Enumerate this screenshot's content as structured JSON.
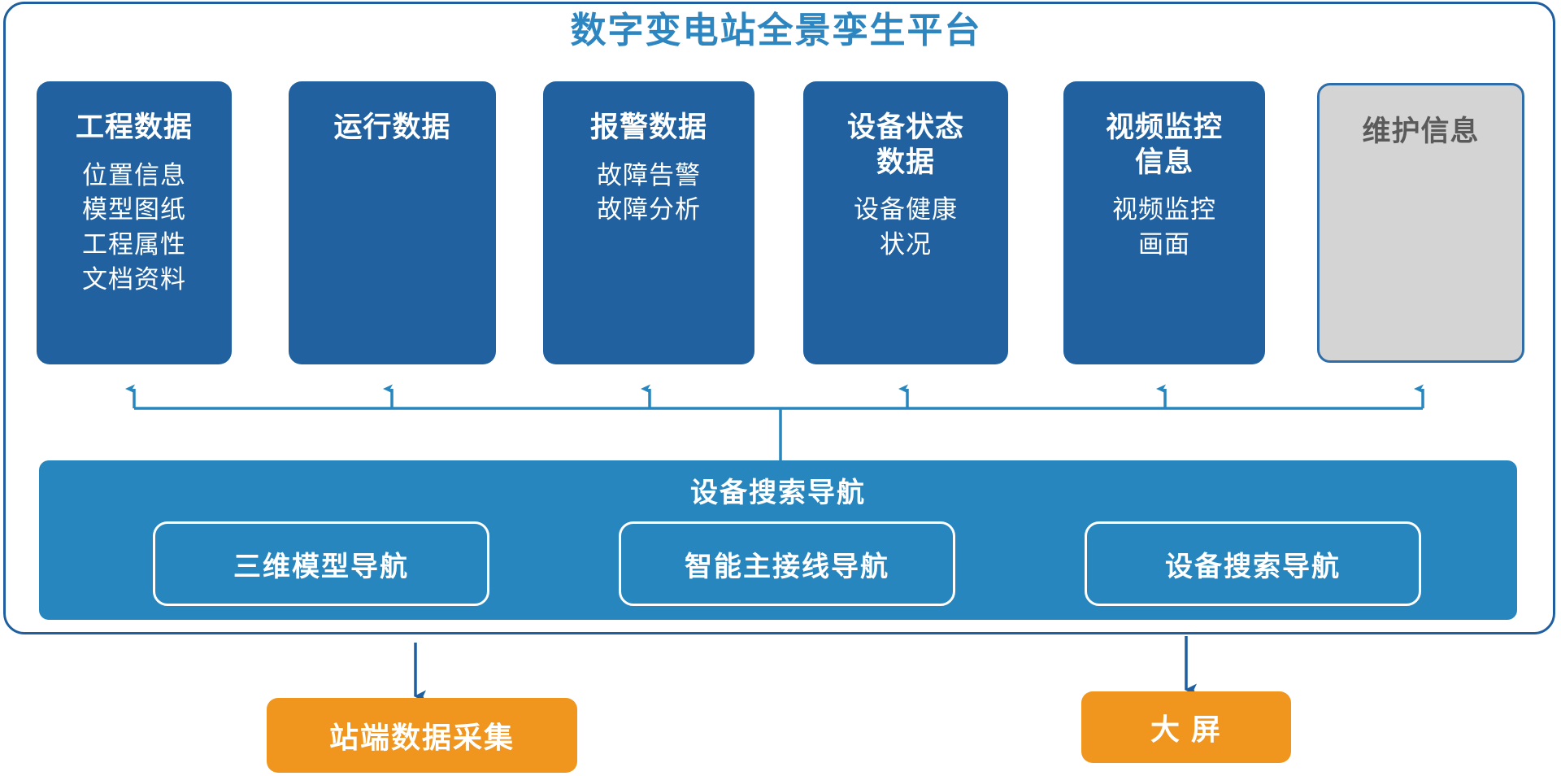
{
  "platform": {
    "title": "数字变电站全景孪生平台",
    "title_color": "#2E86C1",
    "frame_border_color": "#1F5FA0"
  },
  "cards": [
    {
      "id": "engineering-data",
      "title": "工程数据",
      "lines": [
        "位置信息",
        "模型图纸",
        "工程属性",
        "文档资料"
      ],
      "color": "#21619F",
      "text_color": "#FFFFFF",
      "state": "active"
    },
    {
      "id": "operation-data",
      "title": "运行数据",
      "lines": [],
      "color": "#21619F",
      "text_color": "#FFFFFF",
      "state": "active"
    },
    {
      "id": "alarm-data",
      "title": "报警数据",
      "lines": [
        "故障告警",
        "故障分析"
      ],
      "color": "#21619F",
      "text_color": "#FFFFFF",
      "state": "active"
    },
    {
      "id": "device-status-data",
      "title": "设备状态\n数据",
      "lines": [
        "设备健康",
        "状况"
      ],
      "color": "#21619F",
      "text_color": "#FFFFFF",
      "state": "active"
    },
    {
      "id": "video-monitor-info",
      "title": "视频监控\n信息",
      "lines": [
        "视频监控",
        "画面"
      ],
      "color": "#21619F",
      "text_color": "#FFFFFF",
      "state": "active"
    },
    {
      "id": "maintenance-info",
      "title": "维护信息",
      "lines": [],
      "color": "#D4D4D4",
      "text_color": "#5A5A5A",
      "state": "muted"
    }
  ],
  "nav_band": {
    "title": "设备搜索导航",
    "color": "#2786BE",
    "pills": [
      {
        "id": "nav-3d-model",
        "label": "三维模型导航"
      },
      {
        "id": "nav-smart-wiring",
        "label": "智能主接线导航"
      },
      {
        "id": "nav-device-search",
        "label": "设备搜索导航"
      }
    ]
  },
  "external": [
    {
      "id": "station-data-capture",
      "label": "站端数据采集",
      "color": "#F0961E"
    },
    {
      "id": "large-screen",
      "label": "大 屏",
      "color": "#F0961E"
    }
  ],
  "connectors": {
    "bus_color": "#2786BE",
    "arrow_color": "#2786BE",
    "down_arrow_color": "#1F5FA0"
  }
}
